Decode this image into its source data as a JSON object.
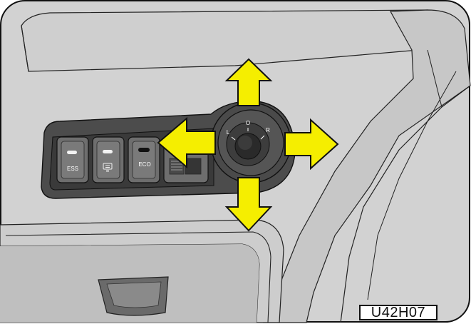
{
  "buttons": {
    "ess": "ESS",
    "defog_icon": "rear-defogger-icon",
    "eco": "ECO",
    "fourth_icon": "switch-icon"
  },
  "knob": {
    "left": "L",
    "center": "O",
    "right": "R"
  },
  "arrows": {
    "color": "#f5ee00",
    "directions": [
      "up",
      "down",
      "left",
      "right"
    ]
  },
  "figure_code": "U42H07",
  "colors": {
    "panel": "#d0d0d0",
    "dark_panel": "#505050",
    "button": "#6e6e6e",
    "knob": "#2a2a2a"
  }
}
